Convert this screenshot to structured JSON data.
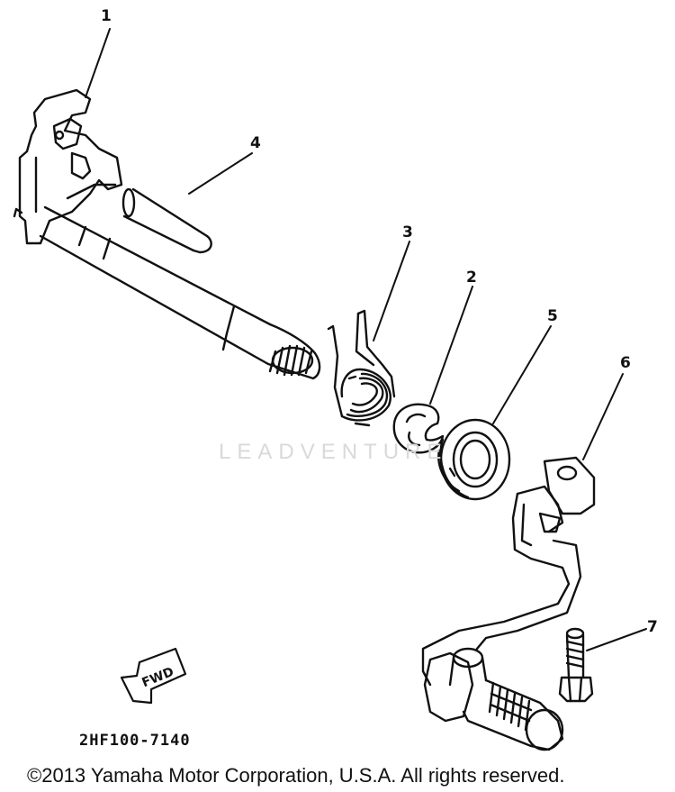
{
  "callouts": [
    {
      "id": "1",
      "label": "1"
    },
    {
      "id": "2",
      "label": "2"
    },
    {
      "id": "3",
      "label": "3"
    },
    {
      "id": "4",
      "label": "4"
    },
    {
      "id": "5",
      "label": "5"
    },
    {
      "id": "6",
      "label": "6"
    },
    {
      "id": "7",
      "label": "7"
    }
  ],
  "fwd_label": "FWD",
  "watermark": "LEADVENTURE",
  "diagram_code": "2HF100-7140",
  "copyright": "©2013 Yamaha Motor Corporation, U.S.A. All rights reserved."
}
